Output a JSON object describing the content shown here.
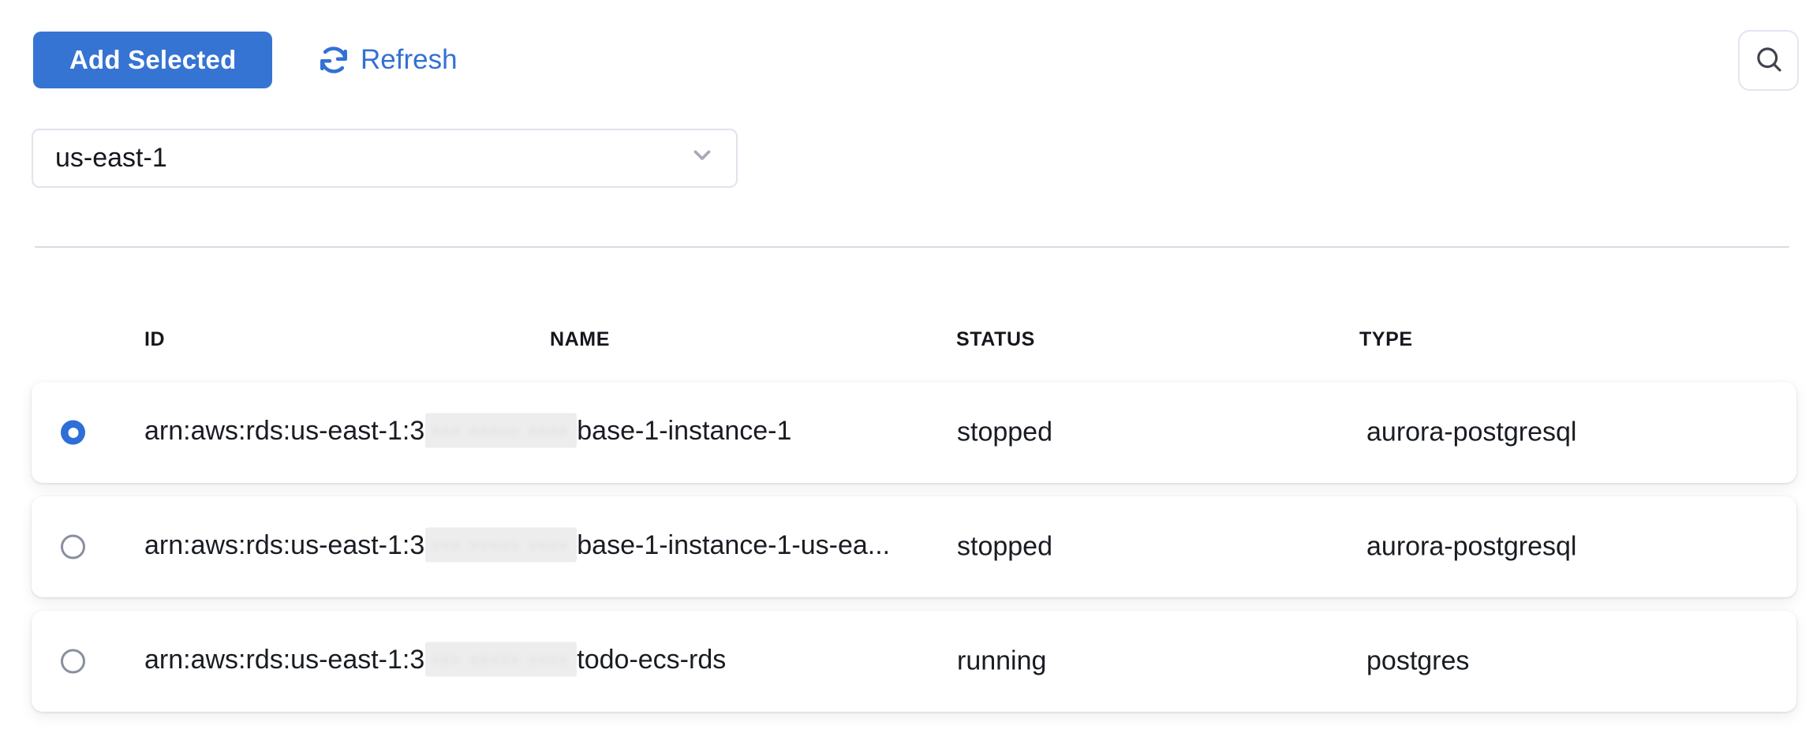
{
  "toolbar": {
    "add_selected_label": "Add Selected",
    "refresh_label": "Refresh"
  },
  "region_select": {
    "value": "us-east-1"
  },
  "table": {
    "headers": [
      "ID",
      "NAME",
      "STATUS",
      "TYPE"
    ],
    "redacted_placeholder": "··· ····· ····",
    "rows": [
      {
        "selected": true,
        "id_prefix": "arn:aws:rds:us-east-1:3",
        "redacted": true,
        "id_suffix": "base-1-instance-1",
        "status": "stopped",
        "type": "aurora-postgresql"
      },
      {
        "selected": false,
        "id_prefix": "arn:aws:rds:us-east-1:3",
        "redacted": true,
        "id_suffix": "base-1-instance-1-us-ea...",
        "status": "stopped",
        "type": "aurora-postgresql"
      },
      {
        "selected": false,
        "id_prefix": "arn:aws:rds:us-east-1:3",
        "redacted": true,
        "id_suffix": "todo-ecs-rds",
        "status": "running",
        "type": "postgres"
      }
    ]
  },
  "colors": {
    "primary_blue": "#3674d3",
    "link_blue": "#3371d3",
    "text": "#17191f",
    "divider": "#d8dde4",
    "radio_selected": "#2d6fd6",
    "radio_unselected_border": "#8a8fa0",
    "redaction_bg": "#ededee"
  }
}
